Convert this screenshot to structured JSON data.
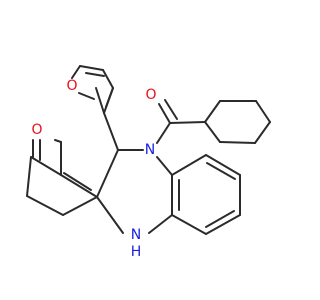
{
  "atoms": {
    "o_furan": {
      "symbol": "O",
      "color": "#e8101a"
    },
    "o_ketone": {
      "symbol": "O",
      "color": "#e8101a"
    },
    "o_carbonyl": {
      "symbol": "O",
      "color": "#e8101a"
    },
    "n_amide": {
      "symbol": "N",
      "color": "#1a22e0"
    },
    "nh": {
      "symbol": "N",
      "sub": "H",
      "color": "#1a22e0"
    }
  },
  "colors": {
    "bond": "#2b2b2b",
    "background": "#ffffff"
  }
}
